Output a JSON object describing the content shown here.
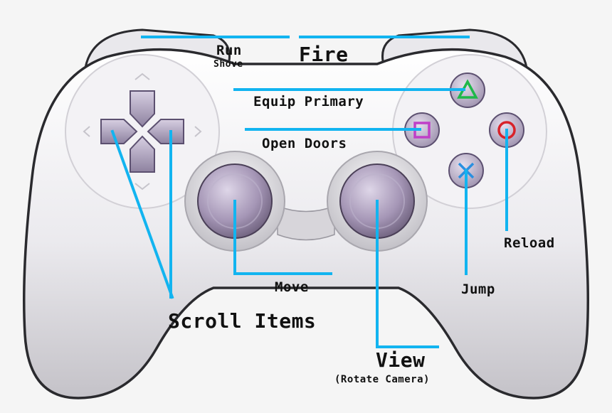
{
  "colors": {
    "line": "#12b4f0",
    "body_light": "#f6f6f7",
    "body_shade": "#c9c8cc",
    "outline": "#2a2a2e",
    "stick": "#a89ab8",
    "button": "#b7acc5",
    "triangle": "#1fb84a",
    "square": "#c040c8",
    "circle": "#d8232a",
    "cross": "#2a90e0"
  },
  "labels": {
    "run": "Run",
    "shove": "Shove",
    "fire": "Fire",
    "equip_primary": "Equip Primary",
    "open_doors": "Open Doors",
    "reload": "Reload",
    "jump": "Jump",
    "move": "Move",
    "scroll_items": "Scroll Items",
    "view": "View",
    "view_sub": "(Rotate Camera)"
  }
}
